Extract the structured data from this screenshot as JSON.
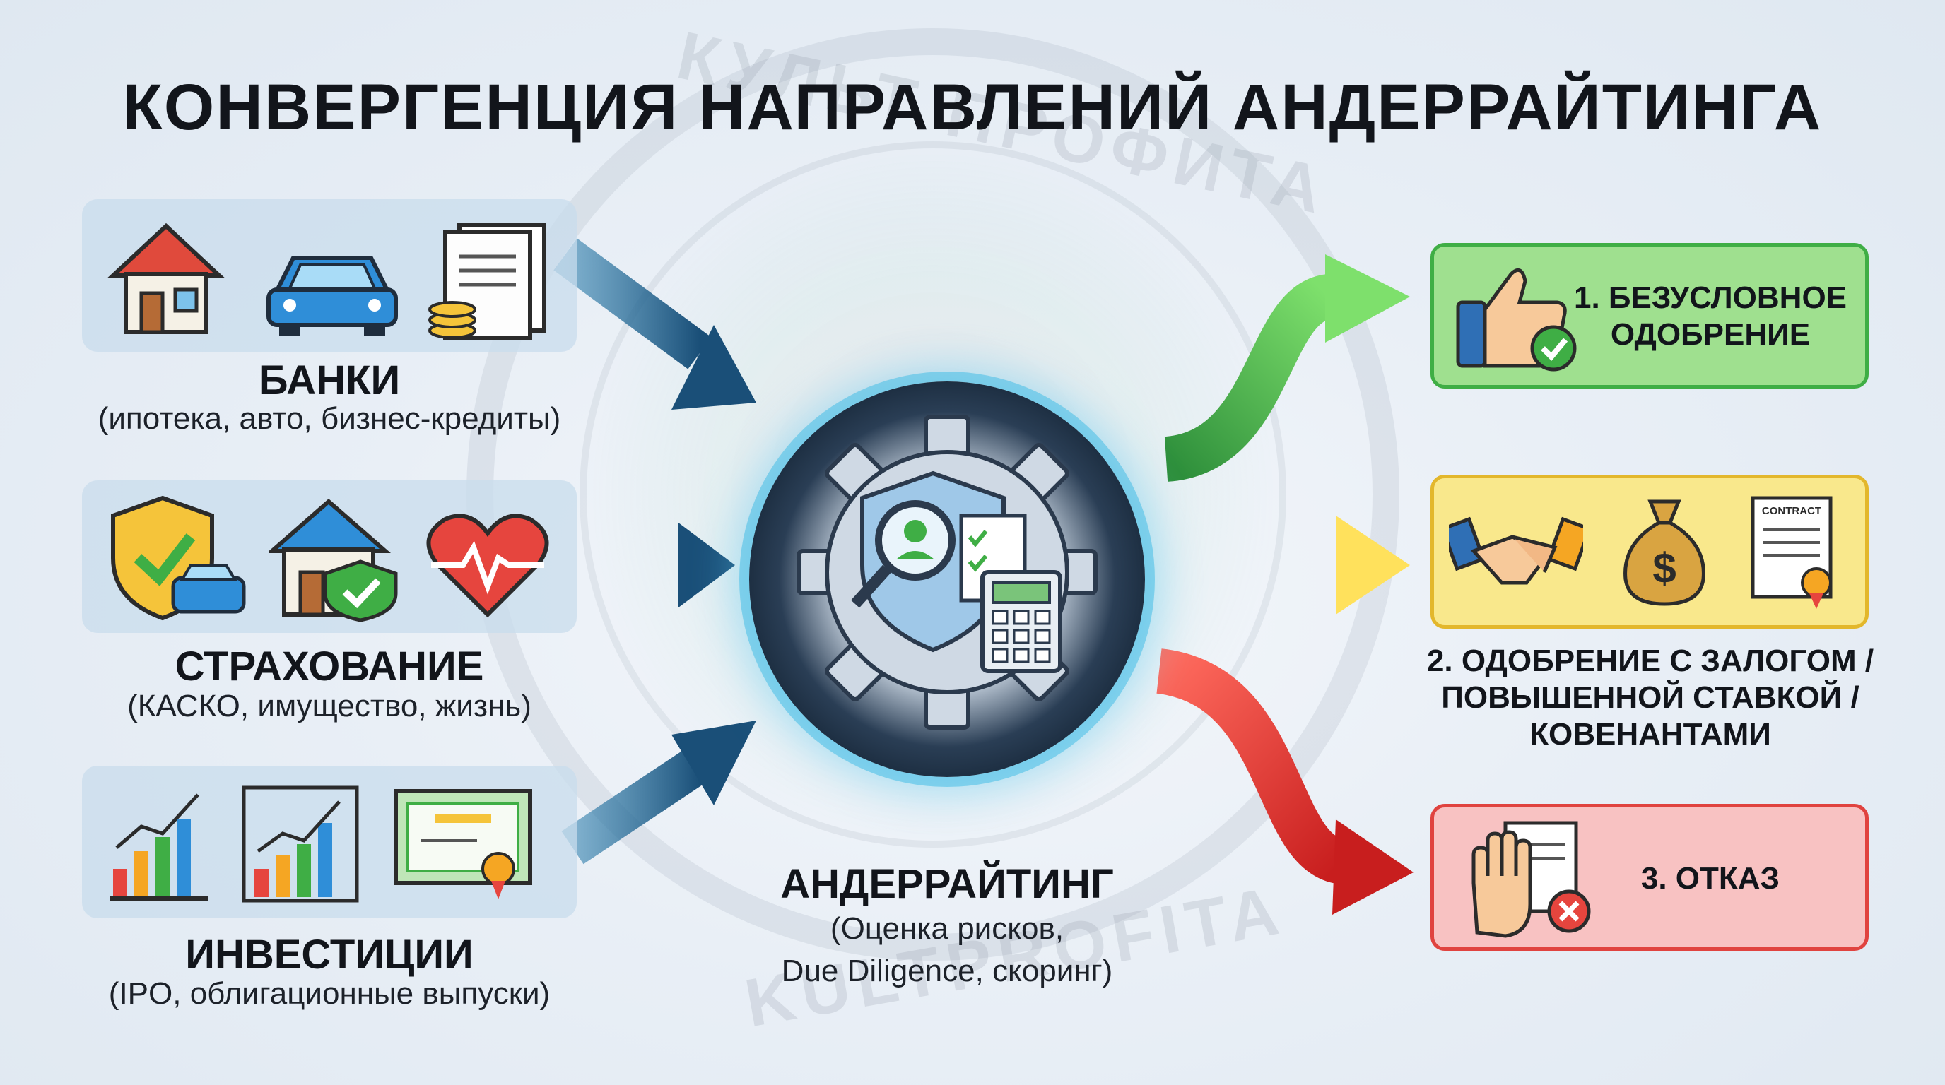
{
  "title": "КОНВЕРГЕНЦИЯ НАПРАВЛЕНИЙ АНДЕРРАЙТИНГА",
  "watermark": {
    "top_text": "КУЛЬТ ПРОФИТА",
    "bottom_text": "KULTPROFITA"
  },
  "sources": [
    {
      "label": "БАНКИ",
      "sub": "(ипотека, авто, бизнес-кредиты)",
      "icons": [
        "house-icon",
        "car-icon",
        "documents-coins-icon"
      ]
    },
    {
      "label": "СТРАХОВАНИЕ",
      "sub": "(КАСКО, имущество, жизнь)",
      "icons": [
        "shield-car-icon",
        "house-shield-icon",
        "heart-pulse-icon"
      ]
    },
    {
      "label": "ИНВЕСТИЦИИ",
      "sub": "(IPO, облигационные выпуски)",
      "icons": [
        "bar-chart-growth-icon",
        "bar-chart-growth-icon",
        "certificate-icon"
      ]
    }
  ],
  "hub": {
    "label": "АНДЕРРАЙТИНГ",
    "sub_line1": "(Оценка рисков,",
    "sub_line2": "Due Diligence, скоринг)",
    "icon": "gear-shield-calculator-icon"
  },
  "outcomes": [
    {
      "label_line1": "1. БЕЗУСЛОВНОЕ",
      "label_line2": "ОДОБРЕНИЕ",
      "color": "#8fd88a",
      "border": "#3fae45",
      "icons": [
        "thumbs-up-check-icon"
      ]
    },
    {
      "label_line1": "2. ОДОБРЕНИЕ С ЗАЛОГОМ /",
      "label_line2": "ПОВЫШЕННОЙ СТАВКОЙ /",
      "label_line3": "КОВЕНАНТАМИ",
      "contract_text": "CONTRACT",
      "color": "#f7e07a",
      "border": "#e3b72c",
      "icons": [
        "handshake-icon",
        "money-bag-icon",
        "contract-icon"
      ]
    },
    {
      "label_line1": "3. ОТКАЗ",
      "color": "#f6b5b5",
      "border": "#e0433f",
      "icons": [
        "stop-hand-document-icon"
      ]
    }
  ],
  "colors": {
    "arrow_in": "#1c5f8a",
    "arrow_green": "#3fb24a",
    "arrow_yellow": "#f0c21f",
    "arrow_red": "#e2312c"
  }
}
